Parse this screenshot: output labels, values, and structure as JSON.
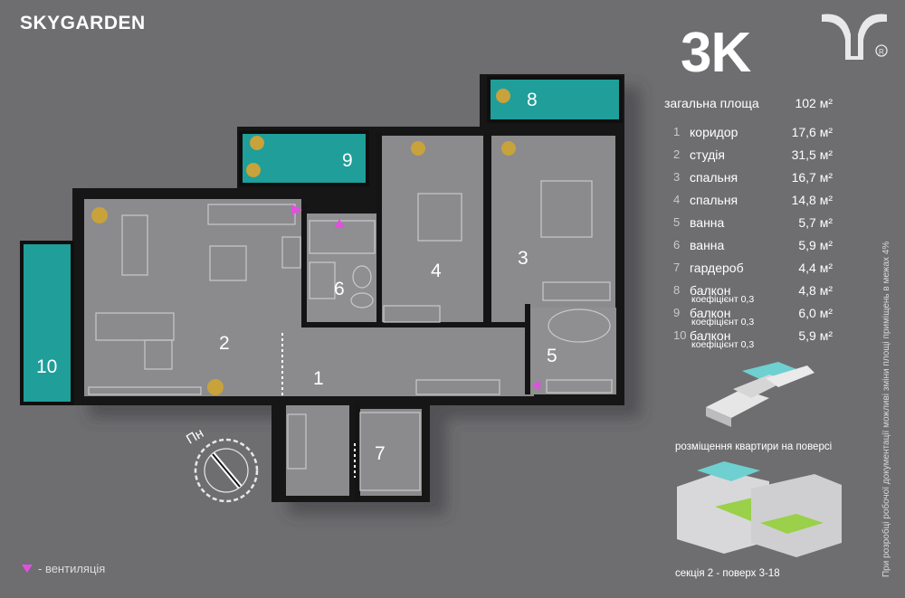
{
  "brand": "SKYGARDEN",
  "apartment": {
    "code": "3K",
    "total_label": "загальна площа",
    "total_value": "102 м²"
  },
  "rooms": [
    {
      "num": "1",
      "name": "коридор",
      "area": "17,6 м²",
      "coef": ""
    },
    {
      "num": "2",
      "name": "студія",
      "area": "31,5 м²",
      "coef": ""
    },
    {
      "num": "3",
      "name": "спальня",
      "area": "16,7 м²",
      "coef": ""
    },
    {
      "num": "4",
      "name": "спальня",
      "area": "14,8 м²",
      "coef": ""
    },
    {
      "num": "5",
      "name": "ванна",
      "area": "5,7 м²",
      "coef": ""
    },
    {
      "num": "6",
      "name": "ванна",
      "area": "5,9 м²",
      "coef": ""
    },
    {
      "num": "7",
      "name": "гардероб",
      "area": "4,4 м²",
      "coef": ""
    },
    {
      "num": "8",
      "name": "балкон",
      "area": "4,8 м²",
      "coef": "коефіцієнт 0,3"
    },
    {
      "num": "9",
      "name": "балкон",
      "area": "6,0 м²",
      "coef": "коефіцієнт 0,3"
    },
    {
      "num": "10",
      "name": "балкон",
      "area": "5,9 м²",
      "coef": "коефіцієнт 0,3"
    }
  ],
  "plan_labels": {
    "r1": "1",
    "r2": "2",
    "r3": "3",
    "r4": "4",
    "r5": "5",
    "r6": "6",
    "r7": "7",
    "r8": "8",
    "r9": "9",
    "r10": "10"
  },
  "compass": "Пн",
  "floor_location_caption": "розміщення квартири на поверсі",
  "section_caption": "секція 2 - поверх 3-18",
  "legend": "- вентиляція",
  "vertical_note": "При розробці робочої документації можливі зміни площі приміщень в межах 4%",
  "colors": {
    "background": "#6e6e70",
    "floor": "#8a8a8c",
    "wall": "#151515",
    "balcony": "#1f9e9a",
    "vent": "#e24fe0",
    "highlight_green": "#9ad04a"
  }
}
